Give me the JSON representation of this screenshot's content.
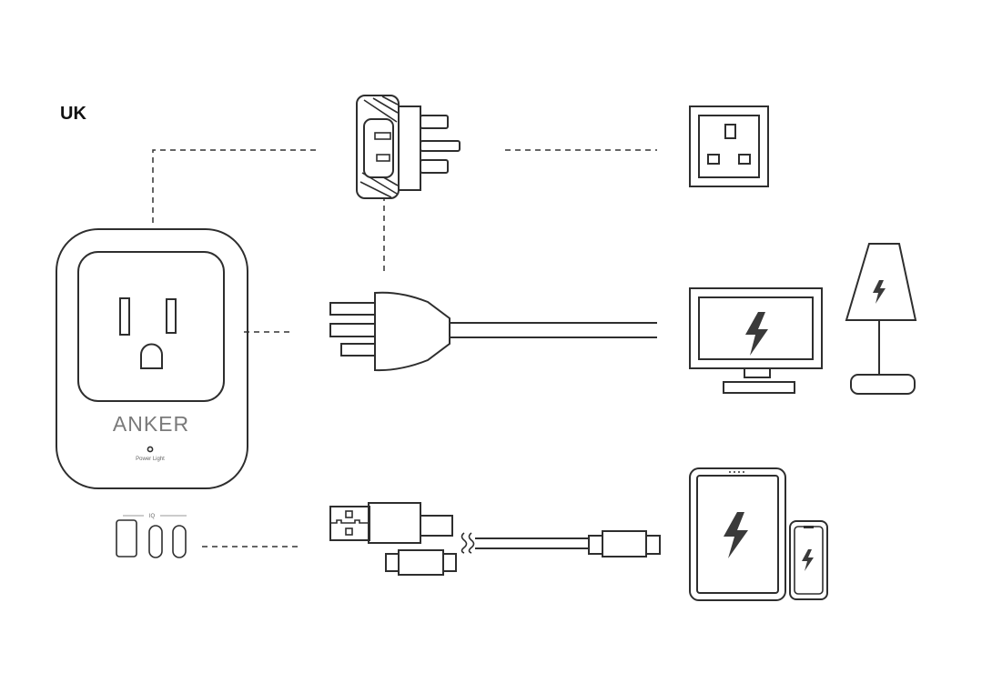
{
  "region_label": "UK",
  "adapter": {
    "brand": "ANKER",
    "indicator_label": "Power Light",
    "port_group_label": "IQ"
  },
  "colors": {
    "line": "#2e2e2e",
    "logo": "#7a7a7a",
    "background": "#ffffff"
  },
  "icons": [
    "uk-plug-adapter",
    "uk-wall-socket",
    "plug-with-cord",
    "tv",
    "lamp",
    "usb-cable",
    "usb-c-cable",
    "tablet",
    "phone",
    "lightning-bolt"
  ]
}
